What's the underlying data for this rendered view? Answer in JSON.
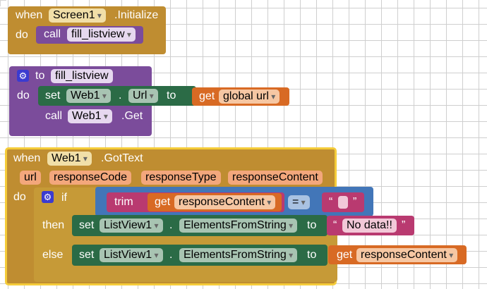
{
  "block1": {
    "when": "when",
    "component": "Screen1",
    "event": ".Initialize",
    "do": "do",
    "call": "call",
    "proc": "fill_listview"
  },
  "block2": {
    "to": "to",
    "name": "fill_listview",
    "do": "do",
    "set": "set",
    "component": "Web1",
    "dot": ".",
    "prop": "Url",
    "to_kw": "to",
    "get": "get",
    "var": "global url",
    "call": "call",
    "call_component": "Web1",
    "method": ".Get"
  },
  "block3": {
    "when": "when",
    "component": "Web1",
    "event": ".GotText",
    "params": [
      "url",
      "responseCode",
      "responseType",
      "responseContent"
    ],
    "do": "do",
    "if": "if",
    "then": "then",
    "else": "else",
    "trim": "trim",
    "get": "get",
    "cond_var": "responseContent",
    "op": "=",
    "empty_open": "“",
    "empty_close": "”",
    "set": "set",
    "listview": "ListView1",
    "dot": ".",
    "prop": "ElementsFromString",
    "to_kw": "to",
    "nodata_open": "“",
    "nodata": "No data!!",
    "nodata_close": "”",
    "get2": "get",
    "else_var": "responseContent"
  },
  "colors": {
    "event": "#bf8d31",
    "procedure": "#7b4c9b",
    "component_set": "#2b6b46",
    "variable": "#d86a24",
    "text": "#b93a70",
    "control": "#c69a37",
    "compare": "#4276b8",
    "selection": "#f5cc3a"
  },
  "icons": {
    "mutator": "gear-icon",
    "dropdown": "chevron-down-icon"
  }
}
